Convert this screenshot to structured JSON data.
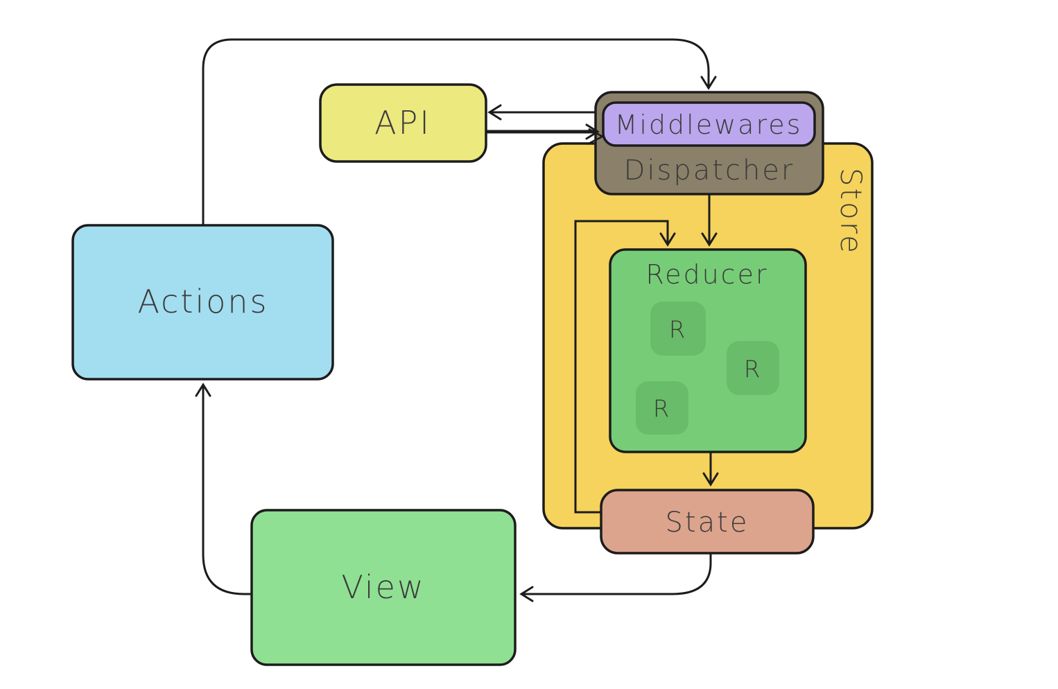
{
  "diagram": {
    "name": "redux-data-flow-diagram",
    "background": "#ffffff",
    "stroke_color": "#1c1c1c",
    "text_color": "#3b3b3b",
    "nodes": {
      "actions": {
        "label": "Actions",
        "color": "#a3ddf0"
      },
      "api": {
        "label": "API",
        "color": "#ece97f"
      },
      "store": {
        "label": "Store",
        "color": "#f5d35c"
      },
      "dispatcher": {
        "label": "Dispatcher",
        "color": "#8b8069"
      },
      "middlewares": {
        "label": "Middlewares",
        "color": "#bca6ee"
      },
      "reducer": {
        "label": "Reducer",
        "color": "#77cd77"
      },
      "reducer_r": {
        "label": "R",
        "color": "#69bc69"
      },
      "state": {
        "label": "State",
        "color": "#dca48c"
      },
      "view": {
        "label": "View",
        "color": "#90e093"
      }
    },
    "edges": [
      {
        "from": "actions",
        "to": "middlewares"
      },
      {
        "from": "middlewares",
        "to": "api"
      },
      {
        "from": "api",
        "to": "middlewares"
      },
      {
        "from": "dispatcher",
        "to": "reducer"
      },
      {
        "from": "state",
        "to": "reducer"
      },
      {
        "from": "reducer",
        "to": "state"
      },
      {
        "from": "state",
        "to": "view"
      },
      {
        "from": "view",
        "to": "actions"
      }
    ]
  }
}
